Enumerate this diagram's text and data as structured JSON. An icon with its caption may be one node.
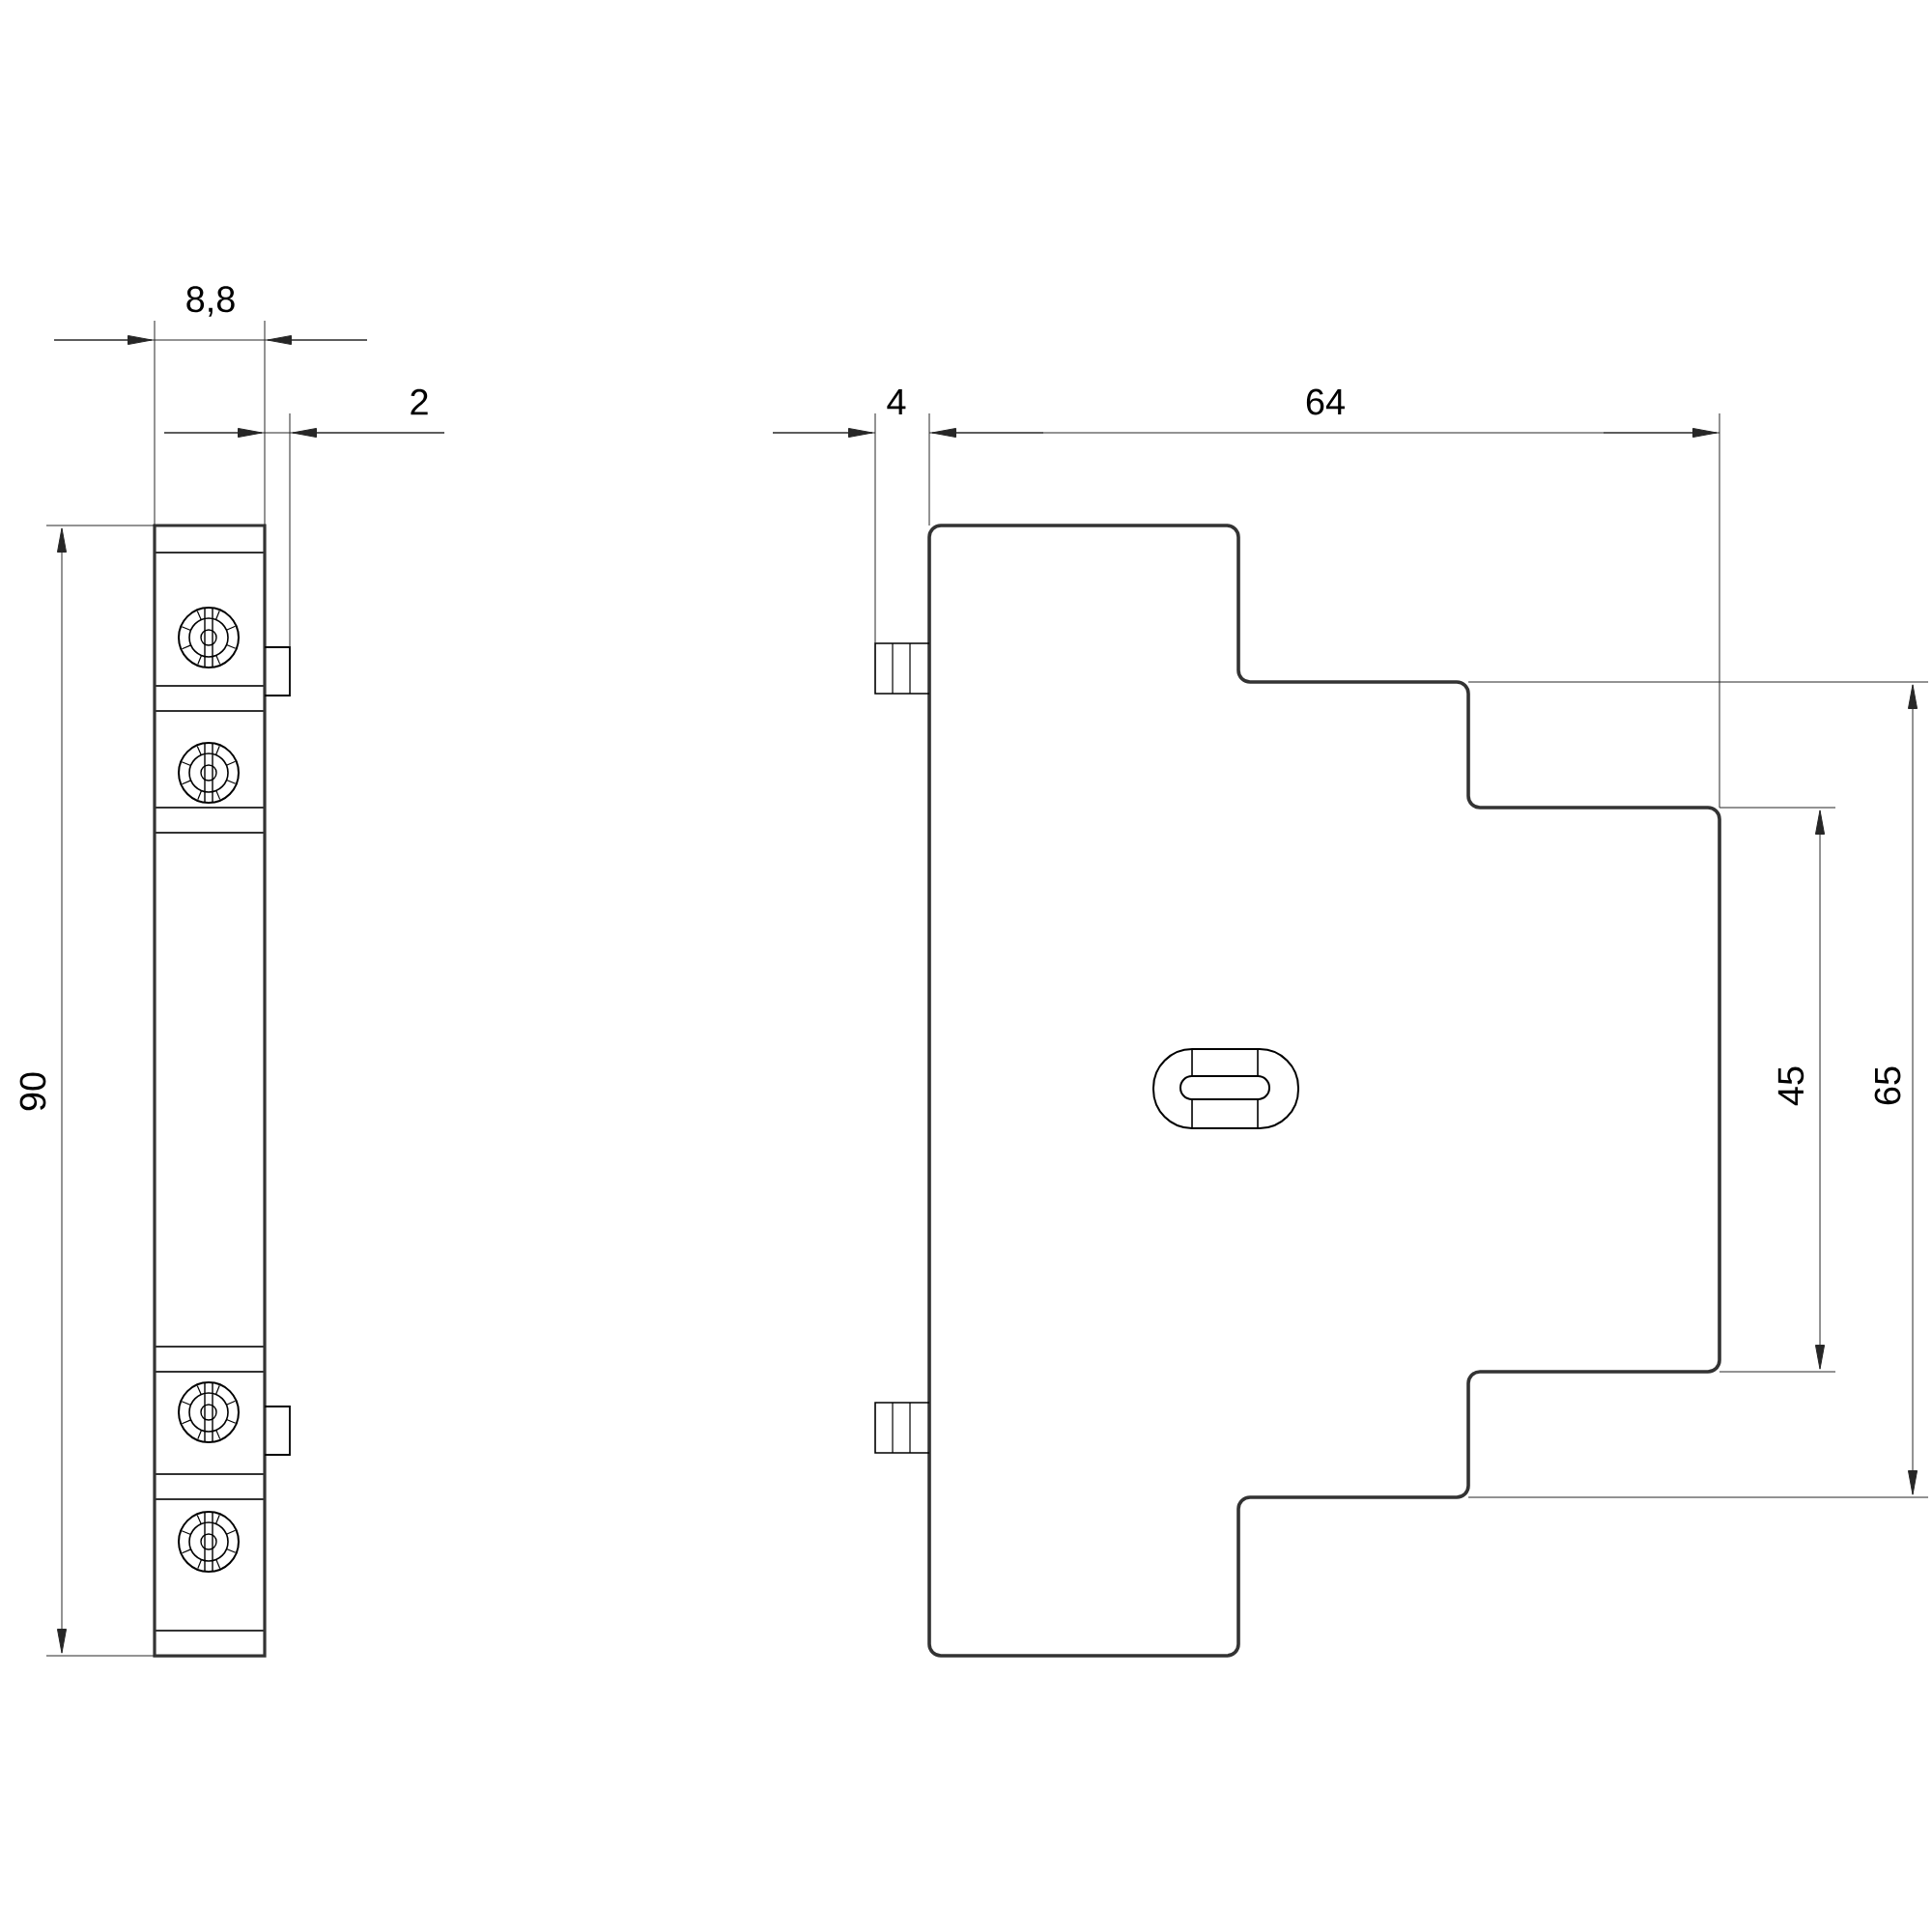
{
  "diagram": {
    "labels": [
      "8,8",
      "2",
      "90",
      "4",
      "64",
      "45",
      "65"
    ]
  }
}
